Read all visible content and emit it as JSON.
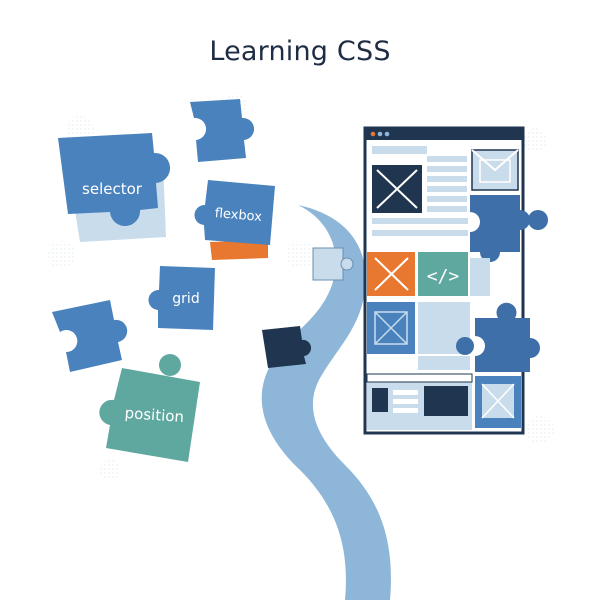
{
  "title": "Learning CSS",
  "pieces": {
    "selector": "selector",
    "flexbox": "flexbox",
    "grid": "grid",
    "position": "position"
  },
  "code_tag": "</>",
  "colors": {
    "dark_navy": "#1f3550",
    "blue": "#4a82bd",
    "mid_blue": "#3f6fa8",
    "light_blue": "#8fb7d9",
    "teal": "#5fa8a0",
    "orange": "#e8782f",
    "path": "#8db6d8"
  }
}
